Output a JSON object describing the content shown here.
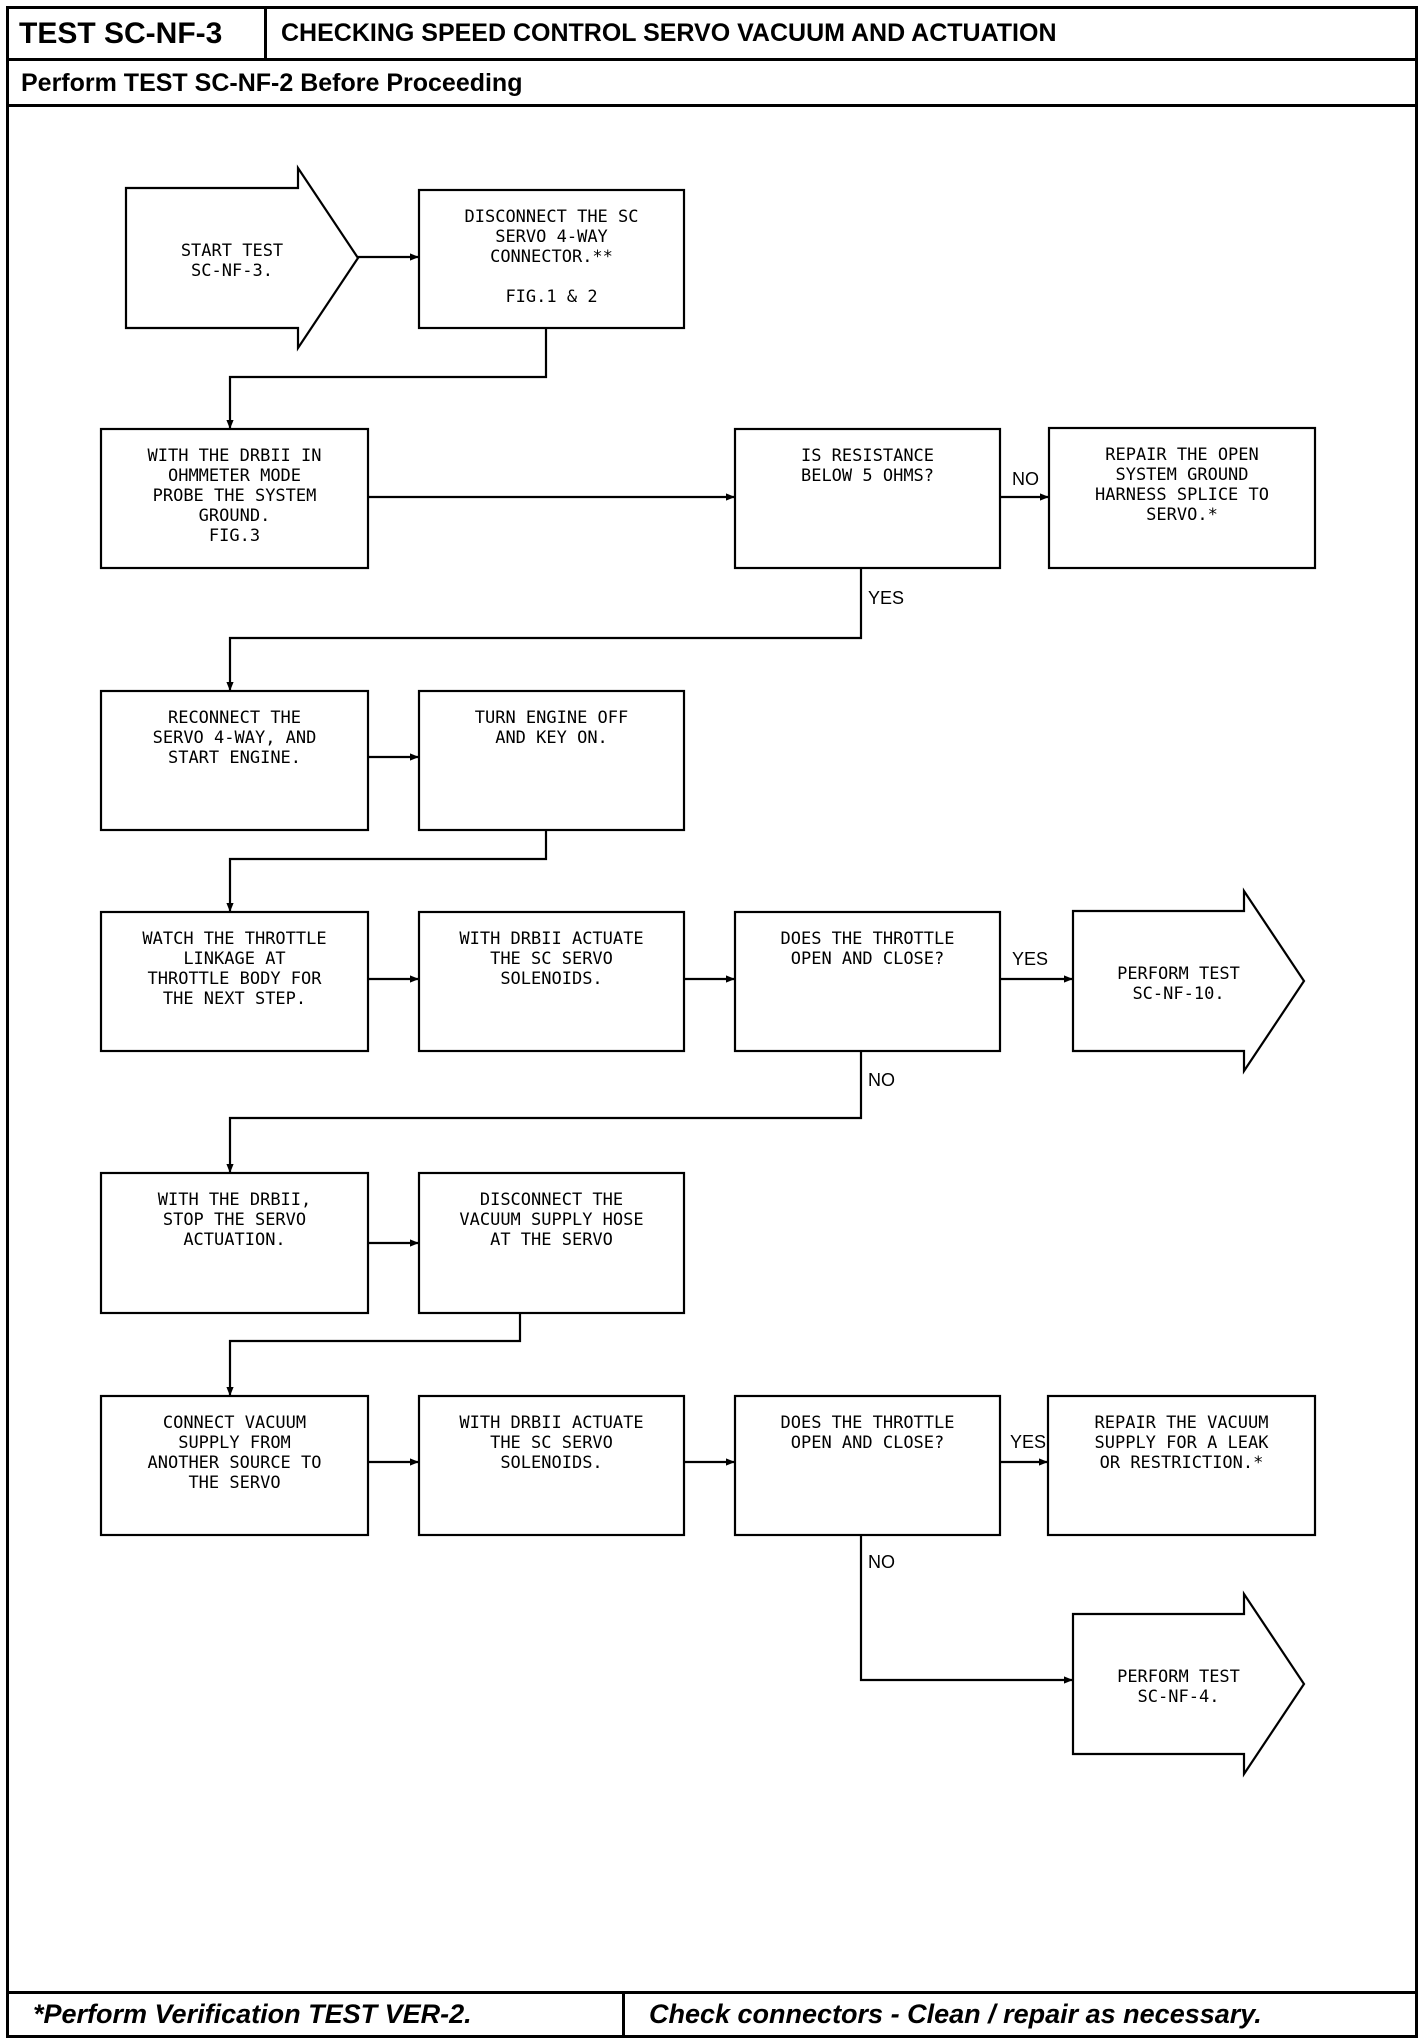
{
  "header": {
    "test_id": "TEST SC-NF-3",
    "title": "CHECKING SPEED CONTROL SERVO VACUUM AND ACTUATION",
    "prerequisite": "Perform TEST SC-NF-2 Before Proceeding"
  },
  "flowchart": {
    "nodes": {
      "start": {
        "shape": "arrow",
        "lines": [
          "START TEST",
          "SC-NF-3."
        ]
      },
      "disconnect_connector": {
        "shape": "box",
        "lines": [
          "DISCONNECT THE SC",
          "SERVO 4-WAY",
          "CONNECTOR.**",
          "",
          "FIG.1 & 2"
        ]
      },
      "probe_ground": {
        "shape": "box",
        "lines": [
          "WITH THE DRBII IN",
          "OHMMETER MODE",
          "PROBE THE SYSTEM",
          "GROUND.",
          "FIG.3"
        ]
      },
      "resistance_check": {
        "shape": "box",
        "lines": [
          "IS RESISTANCE",
          "BELOW 5 OHMS?"
        ]
      },
      "repair_ground": {
        "shape": "box",
        "lines": [
          "REPAIR THE OPEN",
          "SYSTEM GROUND",
          "HARNESS SPLICE TO",
          "SERVO.*"
        ]
      },
      "reconnect_servo": {
        "shape": "box",
        "lines": [
          "RECONNECT THE",
          "SERVO 4-WAY, AND",
          "START ENGINE."
        ]
      },
      "engine_off": {
        "shape": "box",
        "lines": [
          "TURN ENGINE OFF",
          "AND KEY ON."
        ]
      },
      "watch_linkage": {
        "shape": "box",
        "lines": [
          "WATCH THE THROTTLE",
          "LINKAGE AT",
          "THROTTLE BODY FOR",
          "THE NEXT STEP."
        ]
      },
      "actuate_1": {
        "shape": "box",
        "lines": [
          "WITH DRBII ACTUATE",
          "THE SC SERVO",
          "SOLENOIDS."
        ]
      },
      "throttle_check_1": {
        "shape": "box",
        "lines": [
          "DOES THE THROTTLE",
          "OPEN AND CLOSE?"
        ]
      },
      "perform_nf10": {
        "shape": "arrow",
        "lines": [
          "PERFORM TEST",
          "SC-NF-10."
        ]
      },
      "stop_actuation": {
        "shape": "box",
        "lines": [
          "WITH THE DRBII,",
          "STOP THE SERVO",
          "ACTUATION."
        ]
      },
      "disconnect_hose": {
        "shape": "box",
        "lines": [
          "DISCONNECT THE",
          "VACUUM SUPPLY HOSE",
          "AT THE SERVO"
        ]
      },
      "connect_vacuum": {
        "shape": "box",
        "lines": [
          "CONNECT VACUUM",
          "SUPPLY FROM",
          "ANOTHER SOURCE TO",
          "THE SERVO"
        ]
      },
      "actuate_2": {
        "shape": "box",
        "lines": [
          "WITH DRBII ACTUATE",
          "THE SC SERVO",
          "SOLENOIDS."
        ]
      },
      "throttle_check_2": {
        "shape": "box",
        "lines": [
          "DOES THE THROTTLE",
          "OPEN AND CLOSE?"
        ]
      },
      "repair_vacuum": {
        "shape": "box",
        "lines": [
          "REPAIR THE VACUUM",
          "SUPPLY FOR A LEAK",
          "OR RESTRICTION.*"
        ]
      },
      "perform_nf4": {
        "shape": "arrow",
        "lines": [
          "PERFORM TEST",
          "SC-NF-4."
        ]
      }
    },
    "edges": [
      {
        "from": "start",
        "to": "disconnect_connector",
        "label": ""
      },
      {
        "from": "disconnect_connector",
        "to": "probe_ground",
        "label": ""
      },
      {
        "from": "probe_ground",
        "to": "resistance_check",
        "label": ""
      },
      {
        "from": "resistance_check",
        "to": "repair_ground",
        "label": "NO"
      },
      {
        "from": "resistance_check",
        "to": "reconnect_servo",
        "label": "YES"
      },
      {
        "from": "reconnect_servo",
        "to": "engine_off",
        "label": ""
      },
      {
        "from": "engine_off",
        "to": "watch_linkage",
        "label": ""
      },
      {
        "from": "watch_linkage",
        "to": "actuate_1",
        "label": ""
      },
      {
        "from": "actuate_1",
        "to": "throttle_check_1",
        "label": ""
      },
      {
        "from": "throttle_check_1",
        "to": "perform_nf10",
        "label": "YES"
      },
      {
        "from": "throttle_check_1",
        "to": "stop_actuation",
        "label": "NO"
      },
      {
        "from": "stop_actuation",
        "to": "disconnect_hose",
        "label": ""
      },
      {
        "from": "disconnect_hose",
        "to": "connect_vacuum",
        "label": ""
      },
      {
        "from": "connect_vacuum",
        "to": "actuate_2",
        "label": ""
      },
      {
        "from": "actuate_2",
        "to": "throttle_check_2",
        "label": ""
      },
      {
        "from": "throttle_check_2",
        "to": "repair_vacuum",
        "label": "YES"
      },
      {
        "from": "throttle_check_2",
        "to": "perform_nf4",
        "label": "NO"
      }
    ]
  },
  "footer": {
    "left": "*Perform Verification TEST VER-2.",
    "right": "Check connectors - Clean / repair as necessary."
  }
}
